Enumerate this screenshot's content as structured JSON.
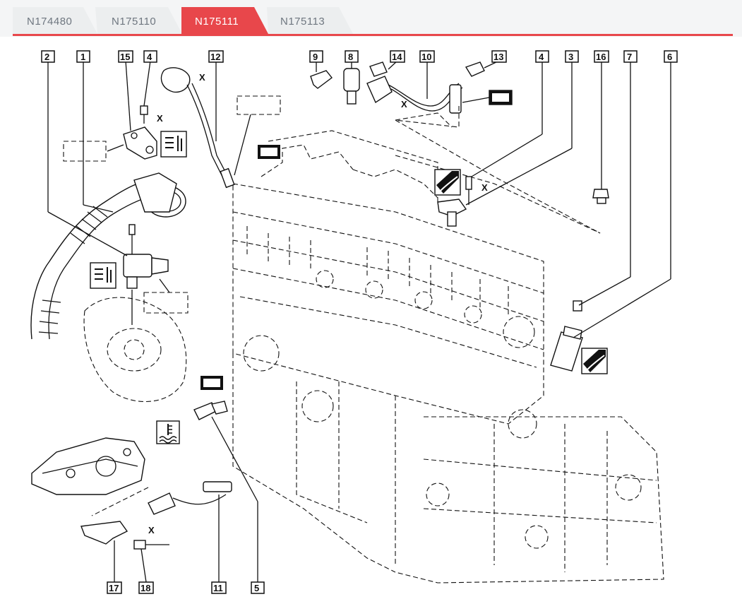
{
  "tabs": [
    {
      "label": "N174480",
      "active": false
    },
    {
      "label": "N175110",
      "active": false
    },
    {
      "label": "N175111",
      "active": true
    },
    {
      "label": "N175113",
      "active": false
    }
  ],
  "colors": {
    "accent": "#e8474b",
    "tab_inactive_bg": "#eceeef",
    "tab_inactive_text": "#6f7780",
    "tab_bar_bg": "#f4f5f6"
  },
  "callouts": {
    "c2": "2",
    "c1": "1",
    "c15": "15",
    "c4a": "4",
    "c12": "12",
    "c9": "9",
    "c8": "8",
    "c14": "14",
    "c10": "10",
    "c13": "13",
    "c4b": "4",
    "c3": "3",
    "c16": "16",
    "c7": "7",
    "c6": "6",
    "c17": "17",
    "c18": "18",
    "c11": "11",
    "c5": "5"
  },
  "dimension_marks": {
    "x1": "X",
    "x2": "X",
    "x3": "X",
    "x4": "X",
    "x5": "X"
  },
  "icons": [
    "torque-tightening-icon",
    "sensor-symbol-icon",
    "coolant-temperature-icon",
    "lubricant-icon",
    "ecu-connector-icon"
  ]
}
